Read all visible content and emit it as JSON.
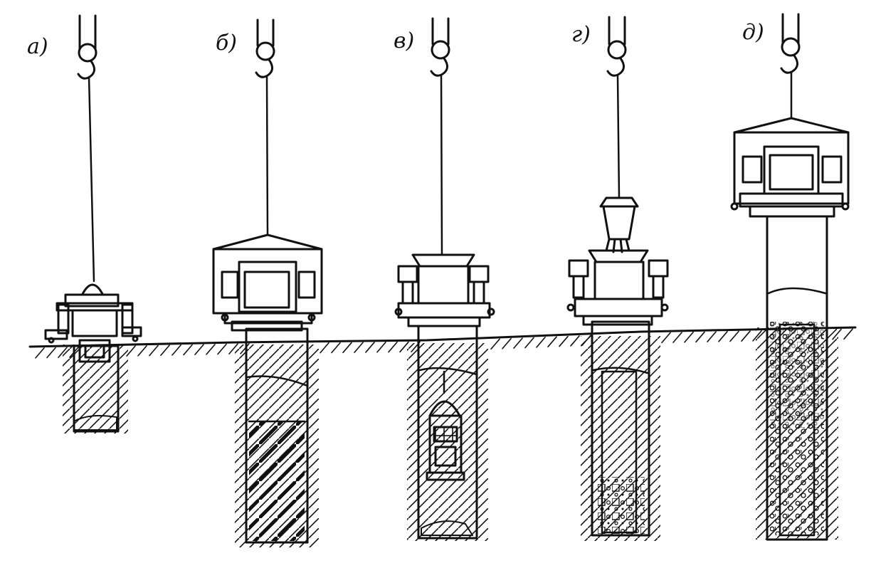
{
  "diagram": {
    "stages": [
      {
        "id": "a",
        "label": "а)"
      },
      {
        "id": "b",
        "label": "б)"
      },
      {
        "id": "v",
        "label": "в)"
      },
      {
        "id": "g",
        "label": "г)"
      },
      {
        "id": "d",
        "label": "д)"
      }
    ],
    "colors": {
      "ink": "#111111",
      "background": "#ffffff"
    }
  }
}
